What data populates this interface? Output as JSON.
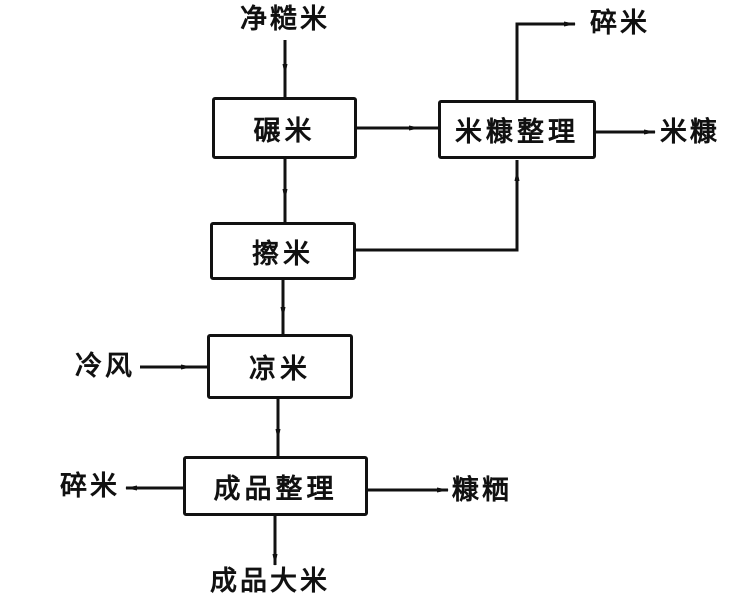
{
  "diagram": {
    "type": "process-flowchart",
    "nodes": {
      "input_brown_rice": "净糙米",
      "milling": "碾米",
      "bran_processing": "米糠整理",
      "broken_rice_top": "碎米",
      "rice_bran": "米糠",
      "polishing": "擦米",
      "cold_air": "冷风",
      "cooling": "凉米",
      "product_processing": "成品整理",
      "broken_rice_left": "碎米",
      "bran_residue": "糠粞",
      "finished_rice": "成品大米"
    },
    "edges": [
      {
        "from": "净糙米",
        "to": "碾米"
      },
      {
        "from": "碾米",
        "to": "米糠整理"
      },
      {
        "from": "碾米",
        "to": "擦米"
      },
      {
        "from": "擦米",
        "to": "米糠整理"
      },
      {
        "from": "米糠整理",
        "to": "碎米"
      },
      {
        "from": "米糠整理",
        "to": "米糠"
      },
      {
        "from": "擦米",
        "to": "凉米"
      },
      {
        "from": "冷风",
        "to": "凉米"
      },
      {
        "from": "凉米",
        "to": "成品整理"
      },
      {
        "from": "成品整理",
        "to": "碎米"
      },
      {
        "from": "成品整理",
        "to": "糠粞"
      },
      {
        "from": "成品整理",
        "to": "成品大米"
      }
    ]
  }
}
